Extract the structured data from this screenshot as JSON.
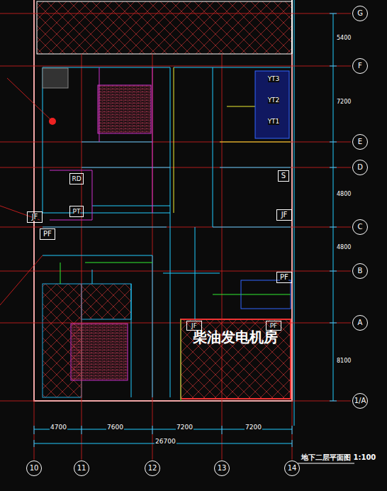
{
  "diagram": {
    "title": "地下二层平面图 1:100",
    "nodes": [
      {
        "text": [
          "柴油发电机房"
        ]
      },
      {
        "text": [
          "PF"
        ]
      },
      {
        "text": [
          "PF"
        ]
      },
      {
        "text": [
          "JF"
        ]
      },
      {
        "text": [
          "JF"
        ]
      },
      {
        "text": [
          "S"
        ]
      },
      {
        "text": [
          "RD"
        ]
      },
      {
        "text": [
          "PT"
        ]
      },
      {
        "text": [
          "YT3"
        ]
      },
      {
        "text": [
          "YT2"
        ]
      },
      {
        "text": [
          "YT1"
        ]
      },
      {
        "text": [
          "JF"
        ]
      },
      {
        "text": [
          "PF"
        ]
      },
      {
        "text": [
          "G"
        ]
      },
      {
        "text": [
          "F"
        ]
      },
      {
        "text": [
          "E"
        ]
      },
      {
        "text": [
          "D"
        ]
      },
      {
        "text": [
          "C"
        ]
      },
      {
        "text": [
          "B"
        ]
      },
      {
        "text": [
          "A"
        ]
      },
      {
        "text": [
          "1/A"
        ]
      },
      {
        "text": [
          "10"
        ]
      },
      {
        "text": [
          "11"
        ]
      },
      {
        "text": [
          "12"
        ]
      },
      {
        "text": [
          "13"
        ]
      },
      {
        "text": [
          "14"
        ]
      }
    ],
    "edges": [],
    "labels": [
      "4700",
      "7600",
      "7200",
      "7200",
      "26700",
      "5400",
      "7200",
      "4800",
      "4800",
      "8100"
    ]
  }
}
